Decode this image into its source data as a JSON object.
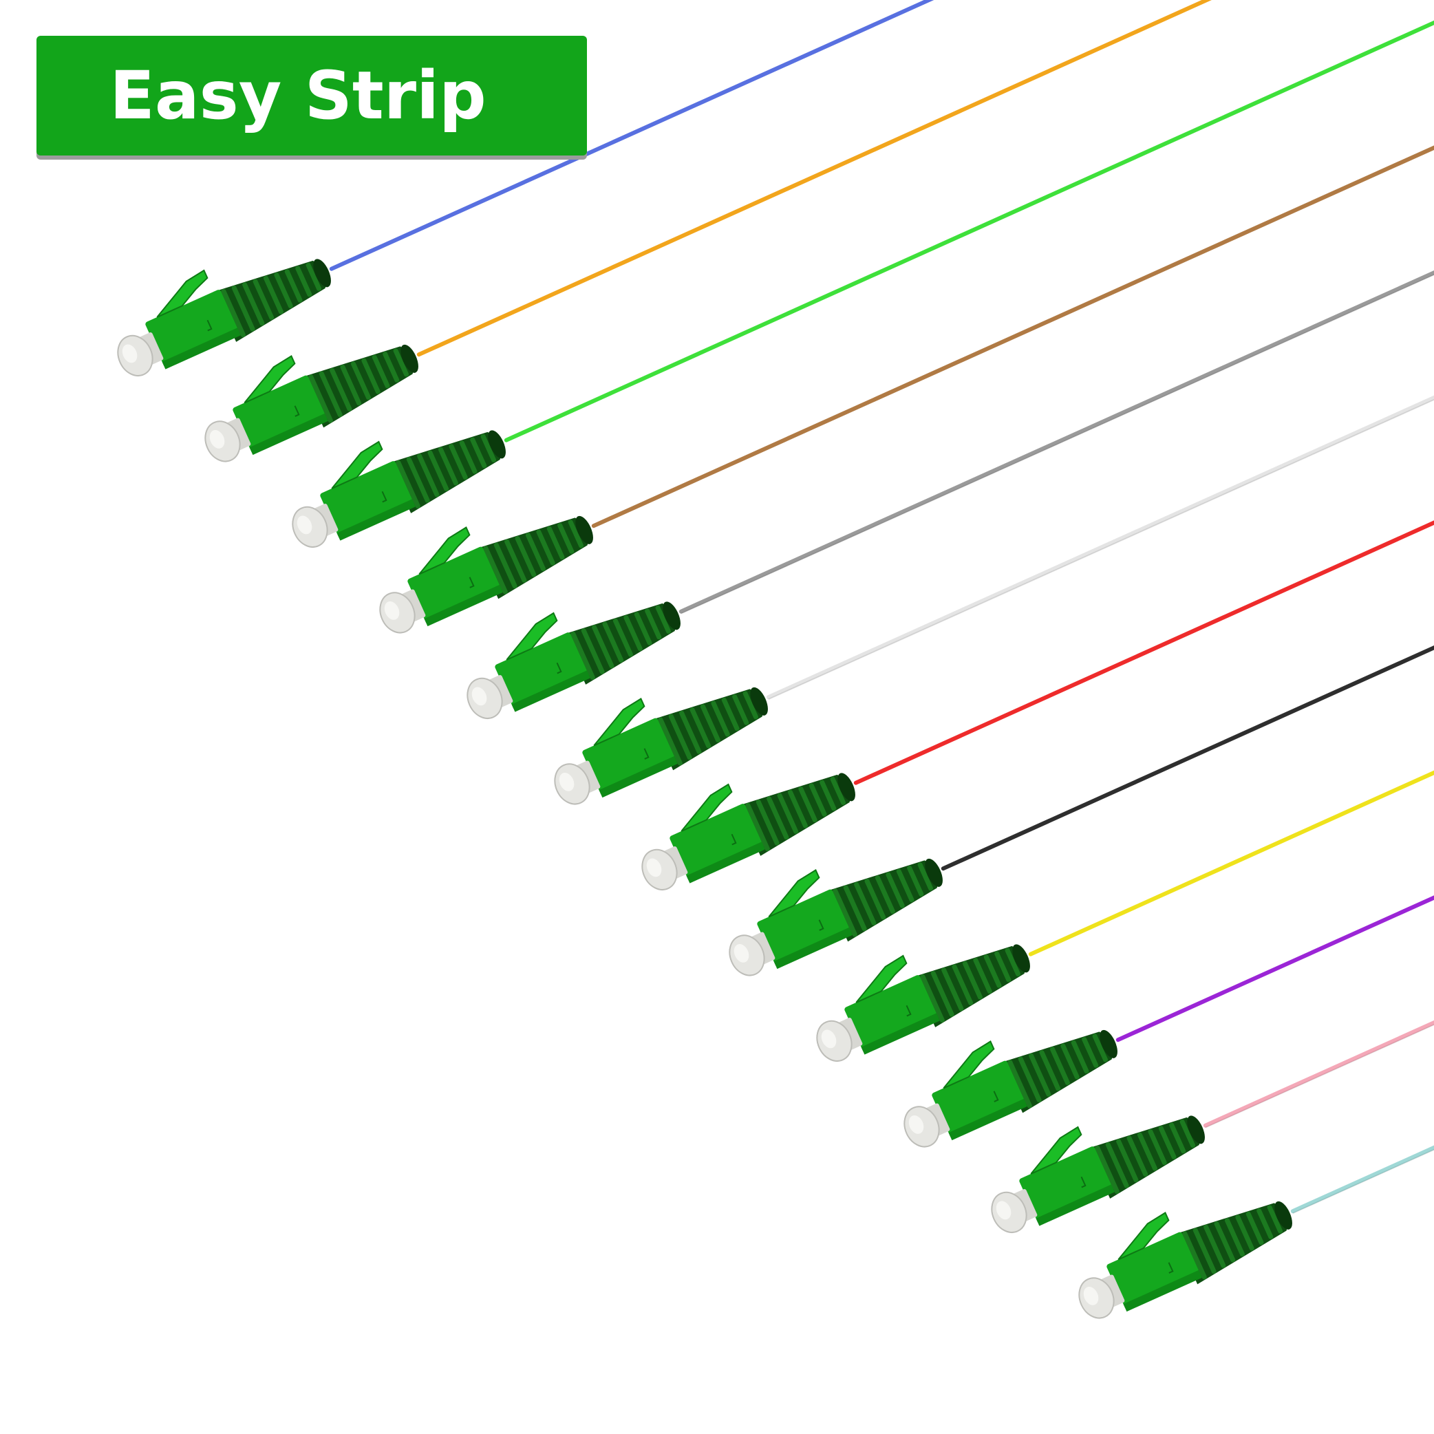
{
  "badge": {
    "label": "Easy Strip",
    "color": "#12a51a"
  },
  "connector": {
    "type": "LC/APC fiber pigtail connector",
    "body_color": "#14a81e",
    "boot_color": "#0f4f12",
    "ferrule_color": "#e6e6e2"
  },
  "fibers": [
    {
      "name": "blue",
      "color": "#5870e0"
    },
    {
      "name": "orange",
      "color": "#f2a51c"
    },
    {
      "name": "green",
      "color": "#3ee03a"
    },
    {
      "name": "brown",
      "color": "#b07a44"
    },
    {
      "name": "grey",
      "color": "#9a9a9a"
    },
    {
      "name": "white",
      "color": "#e4e4e4"
    },
    {
      "name": "red",
      "color": "#ee2b2b"
    },
    {
      "name": "black",
      "color": "#2e2e2e"
    },
    {
      "name": "yellow",
      "color": "#efe21c"
    },
    {
      "name": "violet",
      "color": "#9b25d6"
    },
    {
      "name": "rose",
      "color": "#f4a8b8"
    },
    {
      "name": "aqua",
      "color": "#9fd8d6"
    }
  ]
}
